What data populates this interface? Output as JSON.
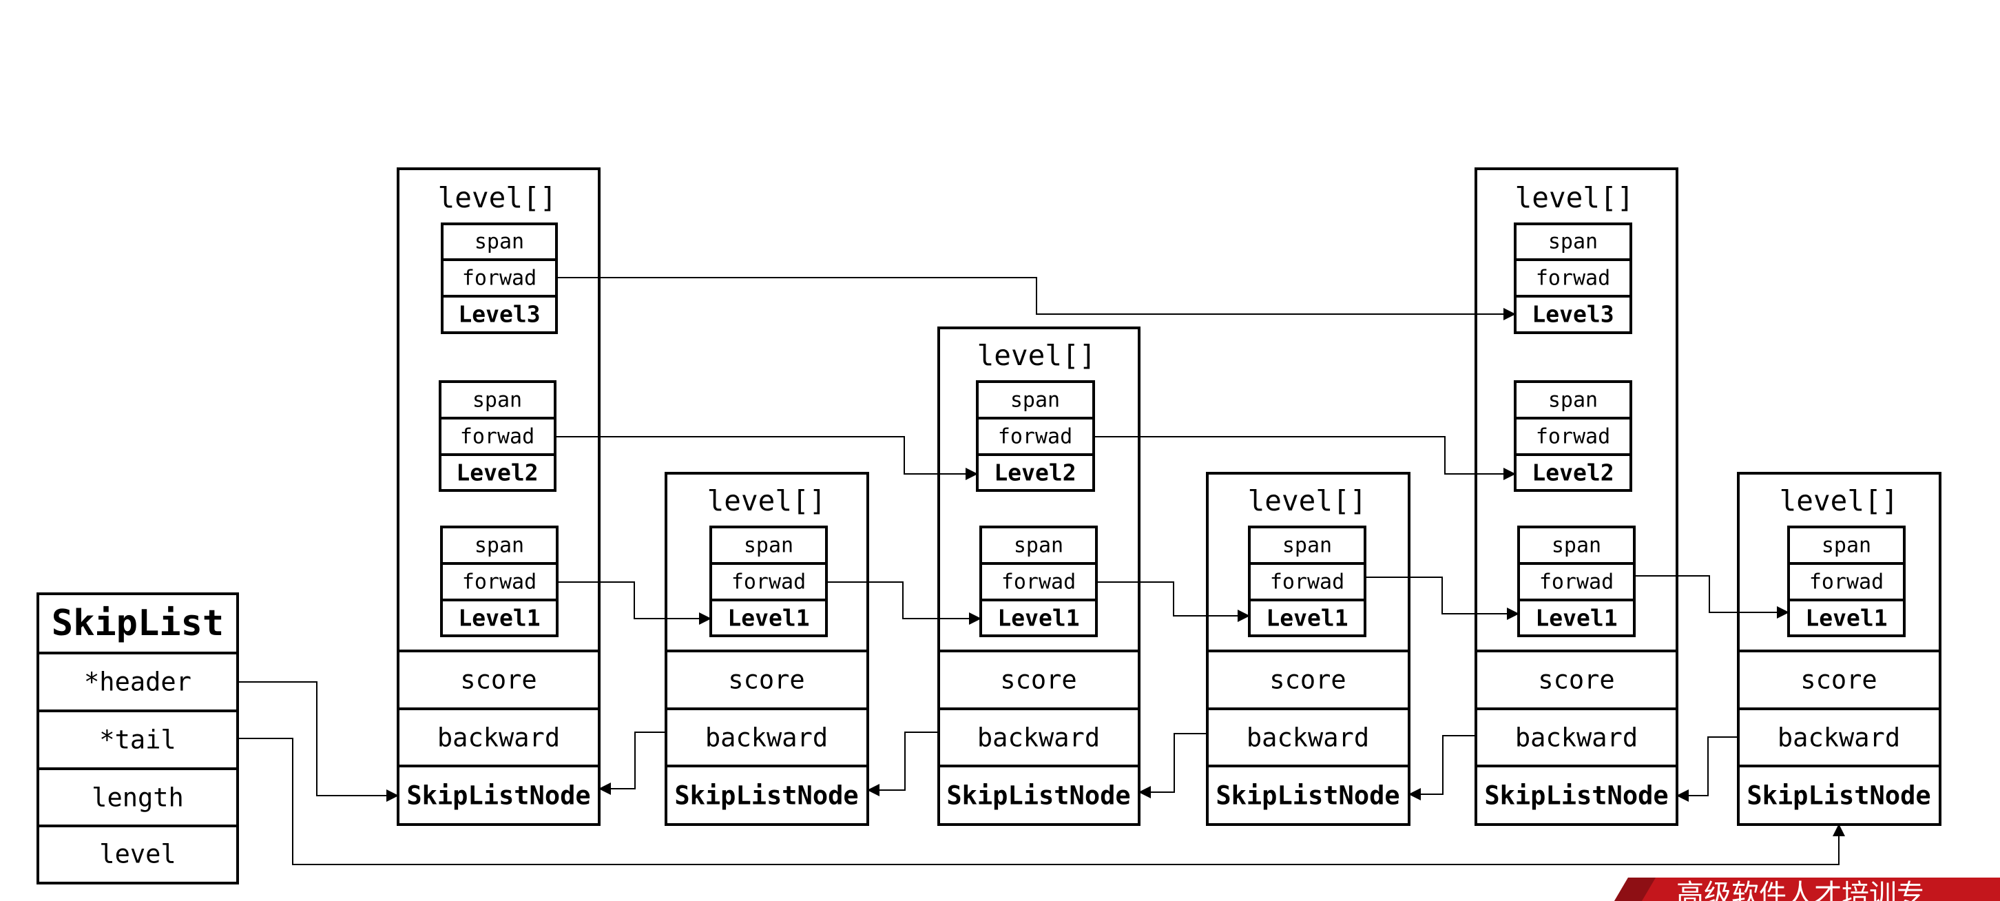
{
  "skiplist": {
    "title": "SkipList",
    "fields": [
      "*header",
      "*tail",
      "length",
      "level"
    ]
  },
  "node": {
    "level_array_label": "level[]",
    "score_label": "score",
    "backward_label": "backward",
    "type_label": "SkipListNode",
    "span_label": "span",
    "forward_label": "forwad"
  },
  "nodes": [
    {
      "levels": [
        "Level3",
        "Level2",
        "Level1"
      ]
    },
    {
      "levels": [
        "Level1"
      ]
    },
    {
      "levels": [
        "Level2",
        "Level1"
      ]
    },
    {
      "levels": [
        "Level1"
      ]
    },
    {
      "levels": [
        "Level3",
        "Level2",
        "Level1"
      ]
    },
    {
      "levels": [
        "Level1"
      ]
    }
  ],
  "colors": {
    "line": "#000000",
    "banner": "#c4161c"
  },
  "banner": {
    "text": "高级软件人才培训专"
  }
}
